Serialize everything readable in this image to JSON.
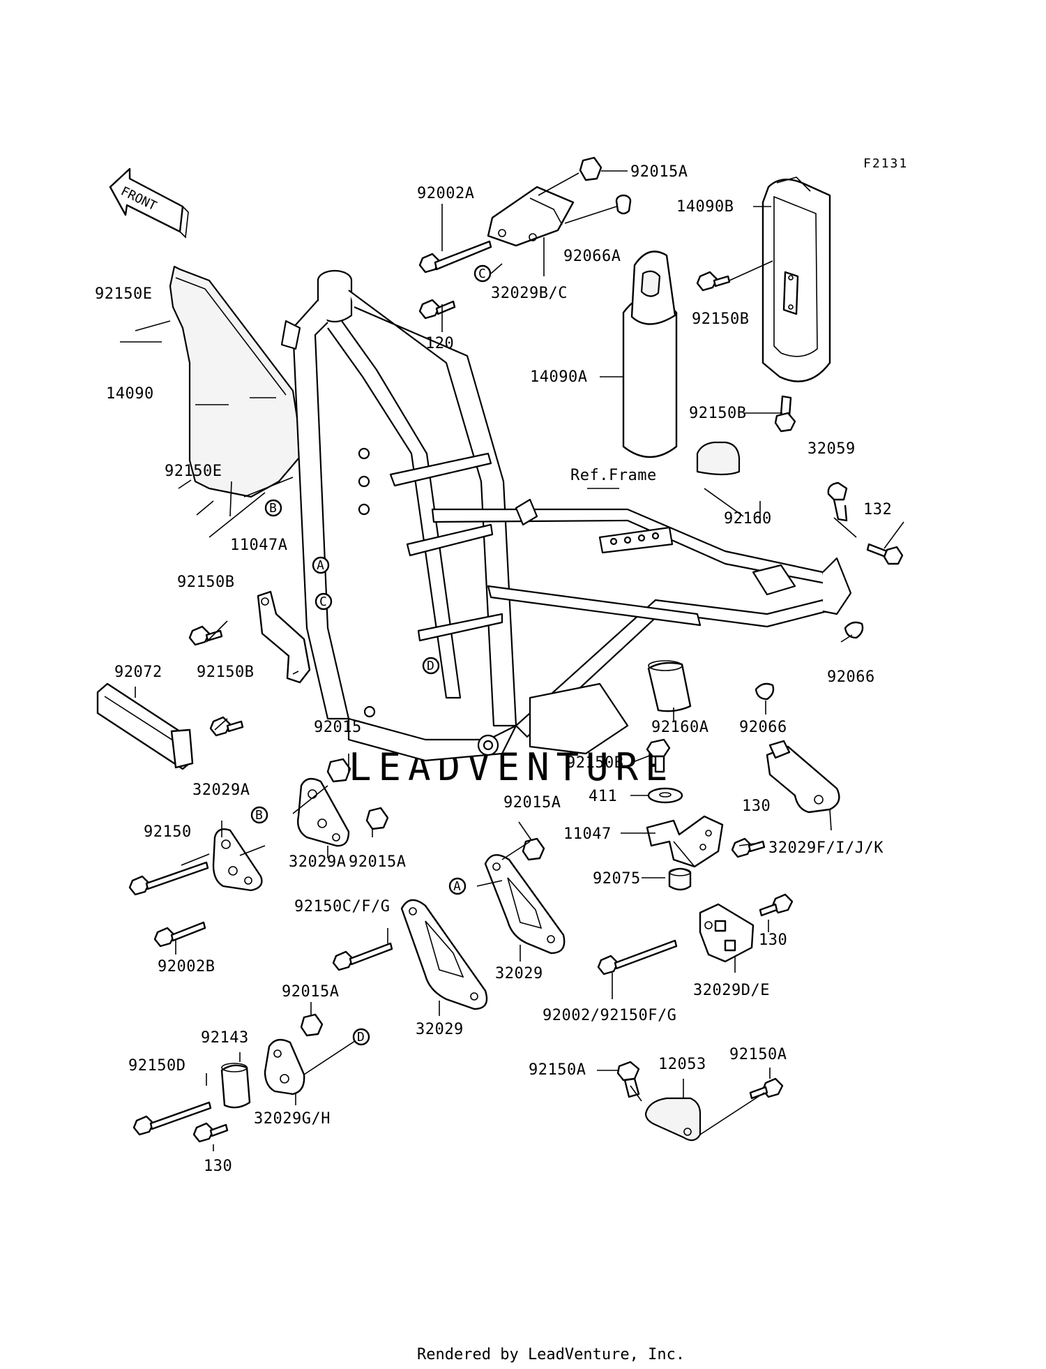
{
  "figure_code": "F2131",
  "front_label": "FRONT",
  "watermark": "LEADVENTURE",
  "footer": "Rendered by LeadVenture, Inc.",
  "callouts": [
    {
      "id": "B1",
      "text": "B"
    },
    {
      "id": "A1",
      "text": "A"
    },
    {
      "id": "C1",
      "text": "C"
    },
    {
      "id": "D1",
      "text": "D"
    },
    {
      "id": "C2",
      "text": "C"
    },
    {
      "id": "B2",
      "text": "B"
    },
    {
      "id": "A2",
      "text": "A"
    },
    {
      "id": "D2",
      "text": "D"
    }
  ],
  "parts": [
    {
      "id": "p92015A_top",
      "text": "92015A"
    },
    {
      "id": "p92002A",
      "text": "92002A"
    },
    {
      "id": "p92066A",
      "text": "92066A"
    },
    {
      "id": "p32029BC",
      "text": "32029B/C"
    },
    {
      "id": "p120",
      "text": "120"
    },
    {
      "id": "p14090B",
      "text": "14090B"
    },
    {
      "id": "p92150B_r1",
      "text": "92150B"
    },
    {
      "id": "p14090A",
      "text": "14090A"
    },
    {
      "id": "p92150B_r2",
      "text": "92150B"
    },
    {
      "id": "p92150E_1",
      "text": "92150E"
    },
    {
      "id": "p14090",
      "text": "14090"
    },
    {
      "id": "p92150E_2",
      "text": "92150E"
    },
    {
      "id": "pRefFrame",
      "text": "Ref.Frame"
    },
    {
      "id": "p32059",
      "text": "32059"
    },
    {
      "id": "p92160",
      "text": "92160"
    },
    {
      "id": "p132",
      "text": "132"
    },
    {
      "id": "p11047A",
      "text": "11047A"
    },
    {
      "id": "p92150B_l1",
      "text": "92150B"
    },
    {
      "id": "p92072",
      "text": "92072"
    },
    {
      "id": "p92150B_l2",
      "text": "92150B"
    },
    {
      "id": "p92066_1",
      "text": "92066"
    },
    {
      "id": "p92160A",
      "text": "92160A"
    },
    {
      "id": "p92066_2",
      "text": "92066"
    },
    {
      "id": "p92015",
      "text": "92015"
    },
    {
      "id": "p32029A_1",
      "text": "32029A"
    },
    {
      "id": "p92150",
      "text": "92150"
    },
    {
      "id": "p32029A_2",
      "text": "32029A"
    },
    {
      "id": "p92015A_2",
      "text": "92015A"
    },
    {
      "id": "p92002B",
      "text": "92002B"
    },
    {
      "id": "p92150B_c",
      "text": "92150B"
    },
    {
      "id": "p411",
      "text": "411"
    },
    {
      "id": "p92015A_3",
      "text": "92015A"
    },
    {
      "id": "p11047",
      "text": "11047"
    },
    {
      "id": "p130_1",
      "text": "130"
    },
    {
      "id": "p32029FIJK",
      "text": "32029F/I/J/K"
    },
    {
      "id": "p92075",
      "text": "92075"
    },
    {
      "id": "p92150CFG",
      "text": "92150C/F/G"
    },
    {
      "id": "p32029_1",
      "text": "32029"
    },
    {
      "id": "p32029_2",
      "text": "32029"
    },
    {
      "id": "p130_2",
      "text": "130"
    },
    {
      "id": "p92015A_4",
      "text": "92015A"
    },
    {
      "id": "p32029DE",
      "text": "32029D/E"
    },
    {
      "id": "p92002_92150FG",
      "text": "92002/92150F/G"
    },
    {
      "id": "p92143",
      "text": "92143"
    },
    {
      "id": "p92150D",
      "text": "92150D"
    },
    {
      "id": "p32029GH",
      "text": "32029G/H"
    },
    {
      "id": "p130_3",
      "text": "130"
    },
    {
      "id": "p92150A_1",
      "text": "92150A"
    },
    {
      "id": "p12053",
      "text": "12053"
    },
    {
      "id": "p92150A_2",
      "text": "92150A"
    }
  ]
}
